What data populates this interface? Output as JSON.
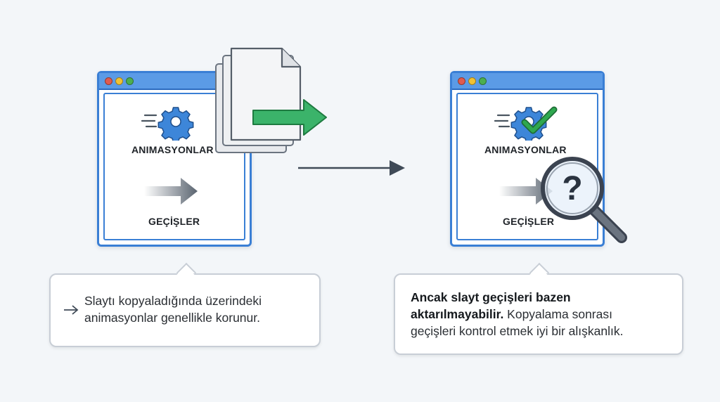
{
  "left_window": {
    "animations_label": "ANIMASYONLAR",
    "transitions_label": "GEÇİŞLER"
  },
  "right_window": {
    "animations_label": "ANIMASYONLAR",
    "transitions_label": "GEÇİŞLER"
  },
  "left_callout": {
    "icon": "arrow-right-icon",
    "line1": "Slaytı kopyaladığında üzerindeki",
    "line2": "animasyonlar genellikle korunur."
  },
  "right_callout": {
    "bold_line1": "Ancak slayt geçişleri bazen",
    "bold_line2": "aktarılmayabilir.",
    "rest_line2": " Kopyalama sonrası",
    "line3": "geçişleri kontrol etmek iyi bir alışkanlık."
  },
  "colors": {
    "window_border": "#3a7fd5",
    "titlebar": "#5b9be6",
    "gear": "#3d86d9",
    "check": "#2fa84f",
    "export_arrow": "#3bb36a",
    "dot_red": "#e05b4f",
    "dot_yellow": "#f1c232",
    "dot_green": "#4caf50"
  }
}
